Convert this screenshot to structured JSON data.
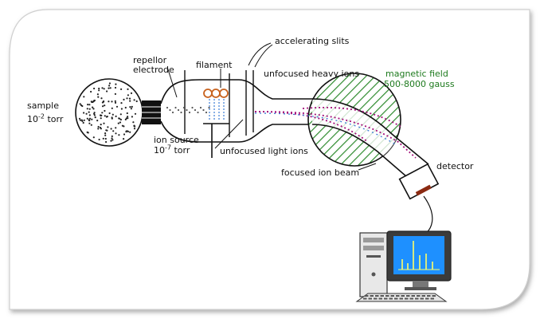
{
  "labels": {
    "sample": "sample",
    "sample_pressure_base": "10",
    "sample_pressure_exp": "-2",
    "sample_pressure_unit": "torr",
    "repellor_line1": "repellor",
    "repellor_line2": "electrode",
    "filament": "filament",
    "accelerating_slits": "accelerating slits",
    "unfocused_heavy_ions": "unfocused heavy ions",
    "magnetic_field": "magnetic field",
    "magnetic_field_range": "500-8000 gauss",
    "ion_source": "ion source",
    "ion_source_pressure_base": "10",
    "ion_source_pressure_exp": "-7",
    "ion_source_pressure_unit": "torr",
    "unfocused_light_ions": "unfocused light ions",
    "focused_ion_beam": "focused ion beam",
    "detector": "detector"
  },
  "colors": {
    "magnetic_field_text": "#1e7a1e",
    "field_hatch": "#2e8b2e",
    "ion_beam": "#a3107a",
    "filament_coil": "#c8621e",
    "ion_dots": "#3a7bd5",
    "monitor_screen": "#1e90ff",
    "spectrum_peaks": "#ffff66"
  }
}
